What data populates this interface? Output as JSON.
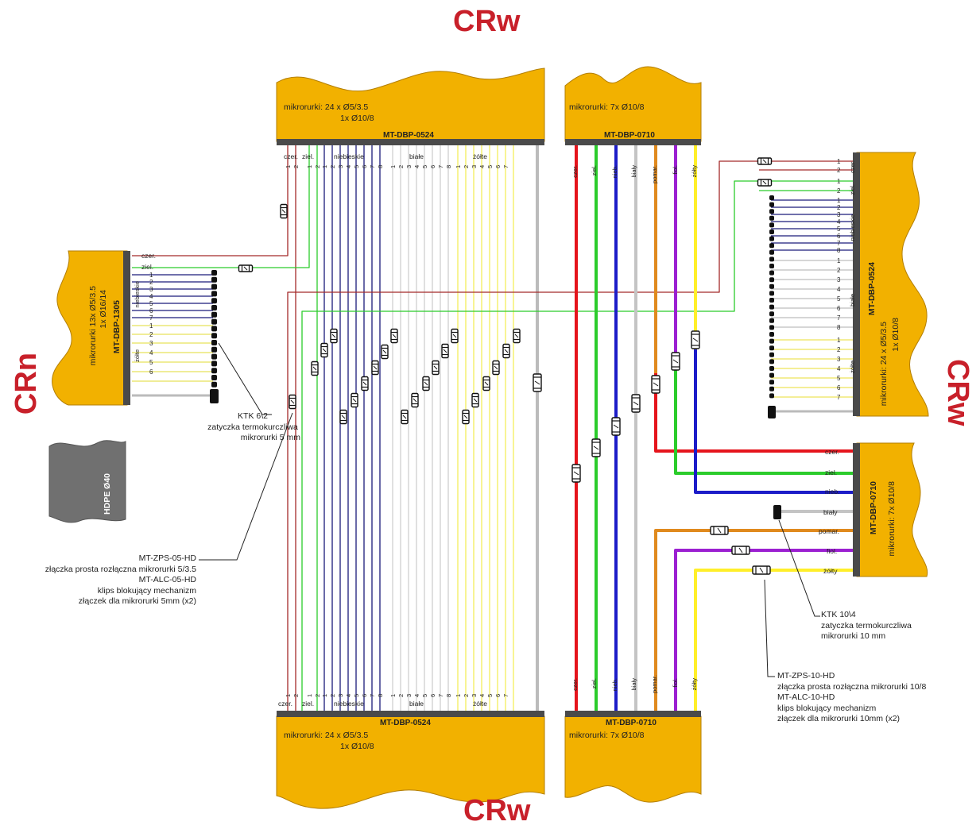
{
  "side_labels": {
    "top": "CRw",
    "bottom": "CRw",
    "left": "CRn",
    "right": "CRw"
  },
  "pipe": {
    "label": "HDPE Ø40"
  },
  "bundles": {
    "top_big": {
      "code": "MT-DBP-0524",
      "line1": "mikrorurki: 24 x Ø5/3.5",
      "line2": "1x Ø10/8"
    },
    "top_small": {
      "code": "MT-DBP-0710",
      "line1": "mikrorurki:   7x Ø10/8"
    },
    "bottom_big": {
      "code": "MT-DBP-0524",
      "line1": "mikrorurki: 24 x Ø5/3.5",
      "line2": "1x Ø10/8"
    },
    "bottom_small": {
      "code": "MT-DBP-0710",
      "line1": "mikrorurki:   7x Ø10/8"
    },
    "left": {
      "code": "MT-DBP-1305",
      "line1": "mikrorurki   13x Ø5/3.5",
      "line2": "1x Ø16/14"
    },
    "right_big": {
      "code": "MT-DBP-0524",
      "line1": "mikrorurki: 24 x Ø5/3.5",
      "line2": "1x Ø10/8"
    },
    "right_small": {
      "code": "MT-DBP-0710",
      "line1": "mikrorurki:   7x Ø10/8"
    }
  },
  "group_labels": {
    "czer": "czer.",
    "ziel": "ziel.",
    "niebieskie": "niebieskie",
    "biale": "białe",
    "zolte": "żółte"
  },
  "color_labels": [
    "czer.",
    "ziel.",
    "nieb.",
    "biały",
    "pomar.",
    "fiol.",
    "żółty"
  ],
  "annotations": {
    "ktk62": [
      "KTK 6\\2",
      "zatyczka termokurczliwa",
      "mikrorurki 5 mm"
    ],
    "zps05": [
      "MT-ZPS-05-HD",
      "złączka prosta rozłączna mikrorurki 5/3.5",
      "MT-ALC-05-HD",
      "klips blokujący mechanizm",
      "złączek dla mikrorurki 5mm (x2)"
    ],
    "ktk104": [
      "KTK 10\\4",
      "zatyczka termokurczliwa",
      "mikrorurki 10 mm"
    ],
    "zps10": [
      "MT-ZPS-10-HD",
      "złączka prosta rozłączna mikrorurki 10/8",
      "MT-ALC-10-HD",
      "klips blokujący mechanizm",
      "złączek dla mikrorurki 10mm (x2)"
    ]
  },
  "colors": {
    "bundle_fill": "#f2b100",
    "bundle_edge": "#b37e00",
    "bar": "#4a4a4a",
    "red": "#e5141c",
    "green": "#2bcc2b",
    "blue": "#1c1cc8",
    "white": "#c2c2c2",
    "orange": "#e08a1e",
    "purple": "#9b1fd1",
    "yellow": "#ffef2a",
    "navy": "#1a1a7a",
    "brownred": "#a52a2a",
    "title_red": "#c8202a"
  }
}
